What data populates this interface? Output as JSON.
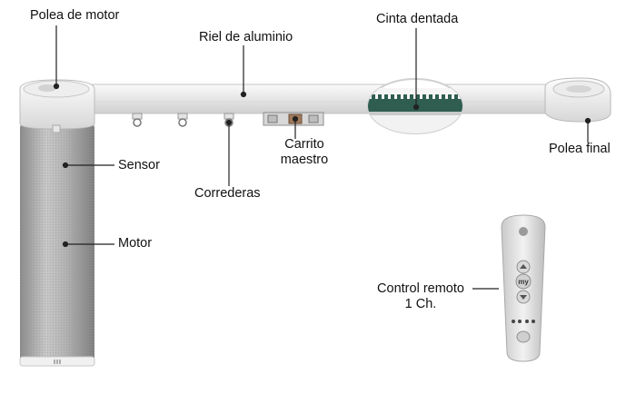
{
  "labels": {
    "polea_motor": "Polea de motor",
    "riel": "Riel de aluminio",
    "cinta": "Cinta dentada",
    "polea_final": "Polea final",
    "carrito_line1": "Carrito",
    "carrito_line2": "maestro",
    "sensor": "Sensor",
    "correderas": "Correderas",
    "motor": "Motor",
    "control_line1": "Control remoto",
    "control_line2": "1 Ch."
  },
  "remote": {
    "my_button": "my"
  },
  "colors": {
    "rail": "#eeeeee",
    "motor_body": "#a9a9a9",
    "belt": "#2f5d4f",
    "leader": "#222222"
  }
}
